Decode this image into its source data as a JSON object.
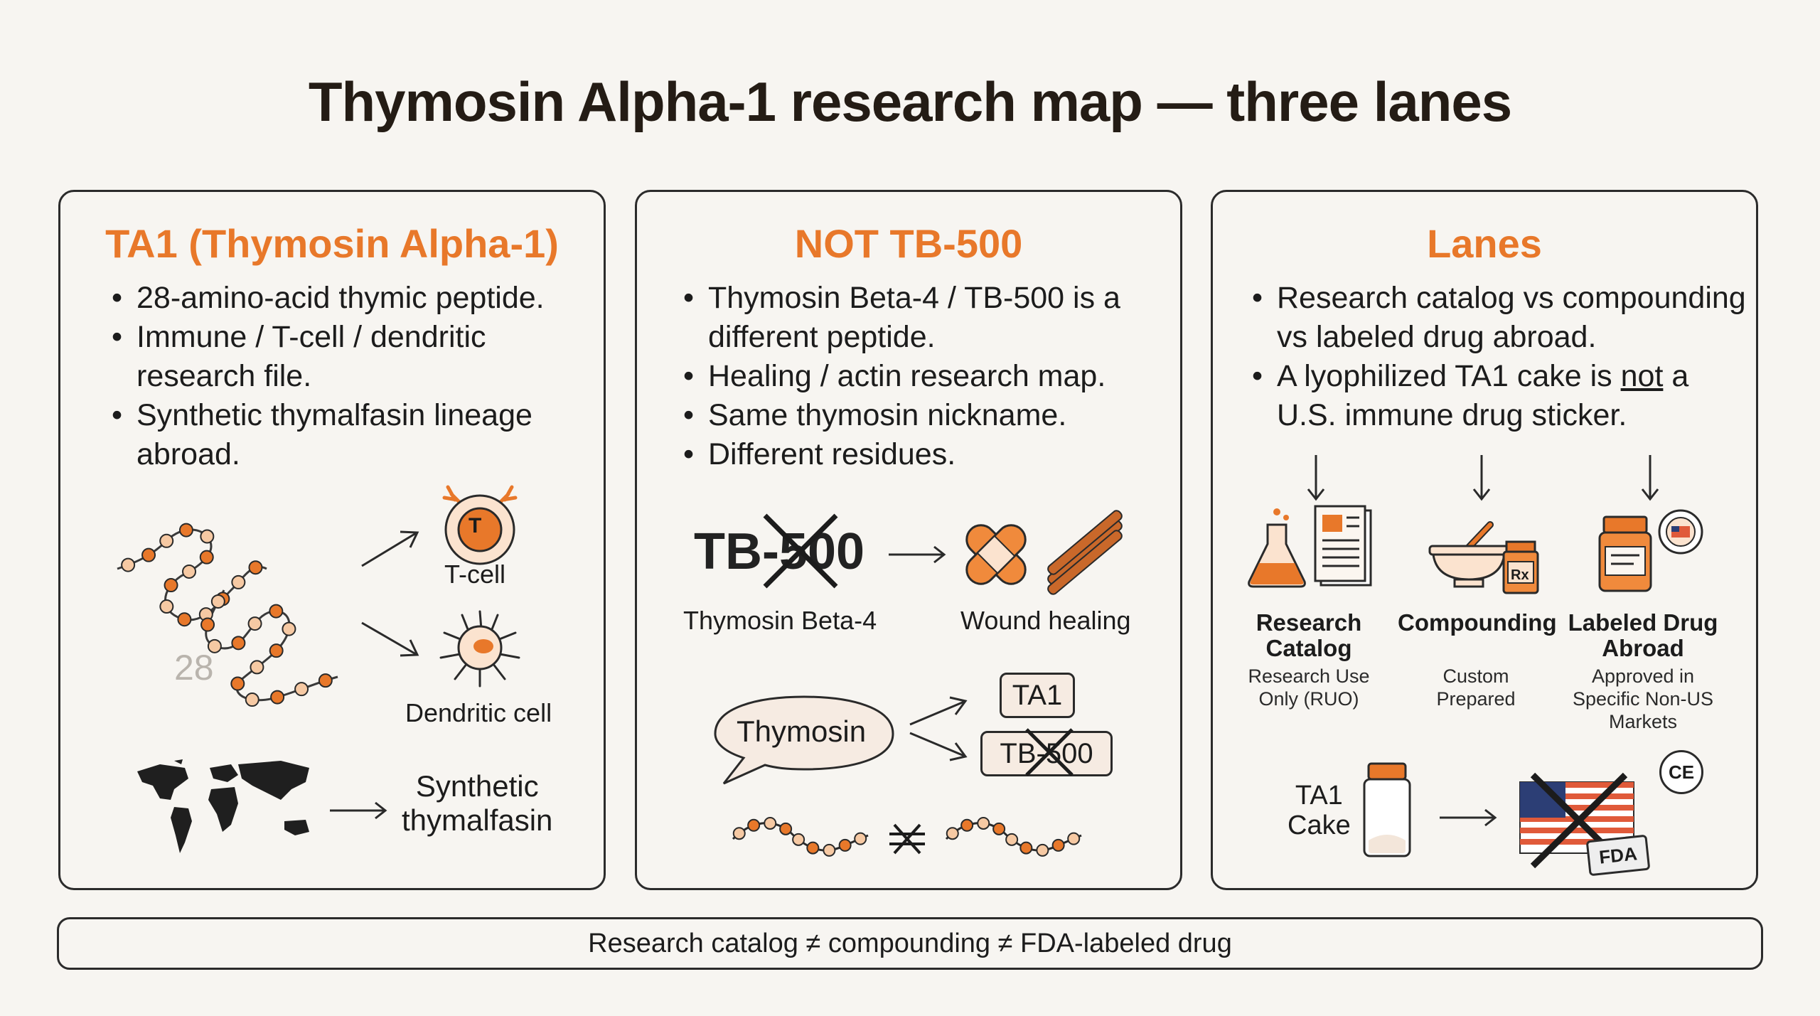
{
  "title": "Thymosin Alpha-1 research map — three lanes",
  "panels": [
    {
      "title": "TA1 (Thymosin Alpha-1)",
      "bullets": [
        "28-amino-acid thymic peptide.",
        "Immune / T-cell / dendritic research file.",
        "Synthetic thymalfasin lineage abroad."
      ],
      "chain_count": "28",
      "tcell_letter": "T",
      "tcell_label": "T-cell",
      "dendritic_label": "Dendritic cell",
      "synthetic_label_line1": "Synthetic",
      "synthetic_label_line2": "thymalfasin"
    },
    {
      "title": "NOT TB-500",
      "bullets": [
        "Thymosin Beta-4 / TB-500 is a different peptide.",
        "Healing / actin research map.",
        "Same thymosin nickname.",
        "Different residues."
      ],
      "tb500_text": "TB-500",
      "tb500_caption": "Thymosin Beta-4",
      "wound_caption": "Wound healing",
      "bubble_text": "Thymosin",
      "box_ta1": "TA1",
      "box_tb500": "TB-500"
    },
    {
      "title": "Lanes",
      "bullet1": "Research catalog vs compounding vs labeled drug abroad.",
      "bullet2_before": "A lyophilized TA1 cake is ",
      "bullet2_underlined": "not",
      "bullet2_after": " a U.S. immune drug sticker.",
      "lanes": [
        {
          "name": "Research Catalog",
          "desc": "Research Use Only (RUO)"
        },
        {
          "name": "Compounding",
          "desc": "Custom Prepared"
        },
        {
          "name": "Labeled Drug Abroad",
          "desc": "Approved in Specific Non-US Markets"
        }
      ],
      "rx_text": "Rx",
      "ce_text": "CE",
      "cake_line1": "TA1",
      "cake_line2": "Cake",
      "fda_text": "FDA"
    }
  ],
  "footer": "Research catalog ≠ compounding ≠ FDA-labeled drug",
  "colors": {
    "accent": "#e8782a",
    "bead_light": "#f6c9a3",
    "ink": "#1d1d1d",
    "background": "#f7f5f1"
  }
}
